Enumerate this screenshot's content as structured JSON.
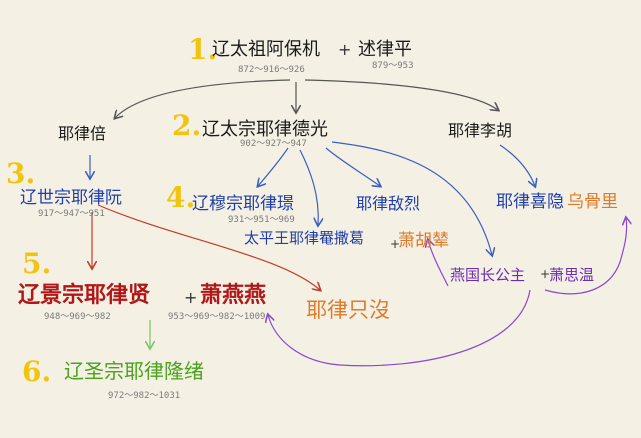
{
  "people": {
    "taizu": "辽太祖阿保机",
    "taizu_wife": "述律平",
    "taizu_dates": "872～916～926",
    "wife_dates": "879～953",
    "bei": "耶律倍",
    "taizong": "辽太宗耶律德光",
    "taizong_dates": "902～927～947",
    "lihu": "耶律李胡",
    "shizong": "辽世宗耶律阮",
    "shizong_dates": "917～947～951",
    "muzong": "辽穆宗耶律璟",
    "muzong_dates": "931～951～969",
    "dilie": "耶律敌烈",
    "xiyin": "耶律喜隐",
    "wuguli": "乌骨里",
    "taipingwang": "太平王耶律罨撒葛",
    "xiaohunian": "萧胡辇",
    "yanguo": "燕国长公主",
    "xiaosiwen": "萧思温",
    "jingzong": "辽景宗耶律贤",
    "xiaoyanyan": "萧燕燕",
    "jingzong_dates": "948～969～982",
    "yanyan_dates": "953～969～982～1009",
    "zhimo": "耶律只沒",
    "shengzong": "辽圣宗耶律隆绪",
    "shengzong_dates": "972～982～1031"
  },
  "numbers": {
    "n1": "1.",
    "n2": "2.",
    "n3": "3.",
    "n4": "4.",
    "n5": "5.",
    "n6": "6."
  },
  "symbols": {
    "plus": "+",
    "dot": "·"
  },
  "colors": {
    "black_arrow": "#555555",
    "blue_arrow": "#3a5fc0",
    "red_arrow": "#c43a2a",
    "purple_arrow": "#8a4ad0",
    "green_arrow": "#7bc46a"
  }
}
